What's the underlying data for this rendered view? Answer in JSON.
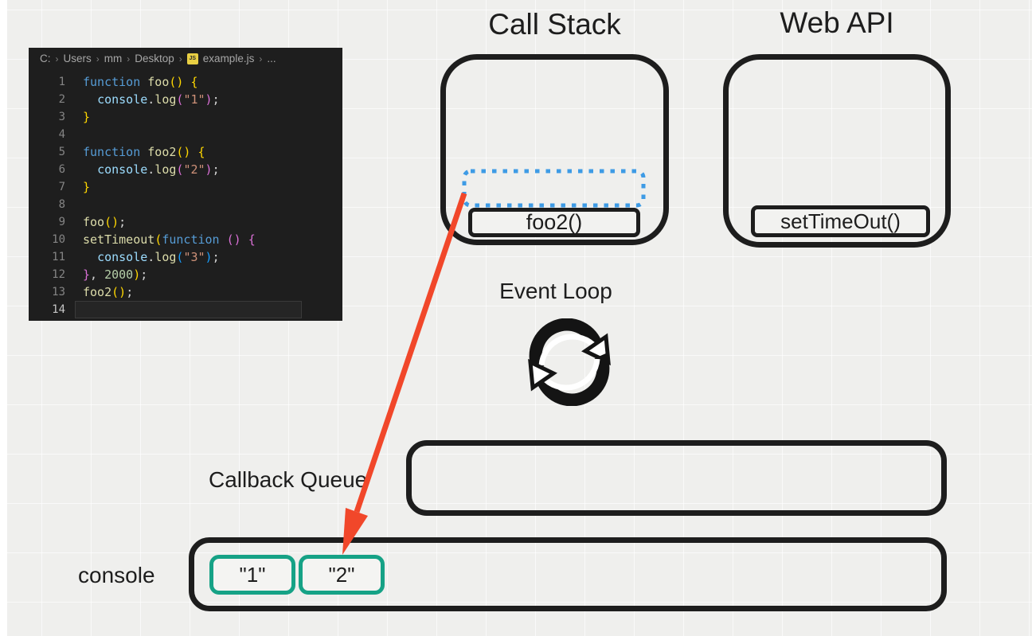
{
  "editor": {
    "breadcrumb": {
      "path": [
        "C:",
        "Users",
        "mm",
        "Desktop"
      ],
      "js_badge": "JS",
      "file": "example.js",
      "more": "..."
    },
    "token_colors": {
      "kw": "#569cd6",
      "fn": "#dcdcaa",
      "var": "#9cdcfe",
      "str": "#ce9178",
      "num": "#b5cea8",
      "pun": "#d4d4d4",
      "b0": "#ffd700",
      "b1": "#da70d6",
      "b2": "#179fff"
    },
    "lines": [
      {
        "n": "1",
        "a": false,
        "t": [
          [
            "kw",
            "function"
          ],
          [
            "pun",
            " "
          ],
          [
            "fn",
            "foo"
          ],
          [
            "b0",
            "()"
          ],
          [
            "pun",
            " "
          ],
          [
            "b0",
            "{"
          ]
        ]
      },
      {
        "n": "2",
        "a": false,
        "t": [
          [
            "pun",
            "  "
          ],
          [
            "var",
            "console"
          ],
          [
            "pun",
            "."
          ],
          [
            "fn",
            "log"
          ],
          [
            "b1",
            "("
          ],
          [
            "str",
            "\"1\""
          ],
          [
            "b1",
            ")"
          ],
          [
            "pun",
            ";"
          ]
        ]
      },
      {
        "n": "3",
        "a": false,
        "t": [
          [
            "b0",
            "}"
          ]
        ]
      },
      {
        "n": "4",
        "a": false,
        "t": []
      },
      {
        "n": "5",
        "a": false,
        "t": [
          [
            "kw",
            "function"
          ],
          [
            "pun",
            " "
          ],
          [
            "fn",
            "foo2"
          ],
          [
            "b0",
            "()"
          ],
          [
            "pun",
            " "
          ],
          [
            "b0",
            "{"
          ]
        ]
      },
      {
        "n": "6",
        "a": false,
        "t": [
          [
            "pun",
            "  "
          ],
          [
            "var",
            "console"
          ],
          [
            "pun",
            "."
          ],
          [
            "fn",
            "log"
          ],
          [
            "b1",
            "("
          ],
          [
            "str",
            "\"2\""
          ],
          [
            "b1",
            ")"
          ],
          [
            "pun",
            ";"
          ]
        ]
      },
      {
        "n": "7",
        "a": false,
        "t": [
          [
            "b0",
            "}"
          ]
        ]
      },
      {
        "n": "8",
        "a": false,
        "t": []
      },
      {
        "n": "9",
        "a": false,
        "t": [
          [
            "fn",
            "foo"
          ],
          [
            "b0",
            "()"
          ],
          [
            "pun",
            ";"
          ]
        ]
      },
      {
        "n": "10",
        "a": false,
        "t": [
          [
            "fn",
            "setTimeout"
          ],
          [
            "b0",
            "("
          ],
          [
            "kw",
            "function"
          ],
          [
            "pun",
            " "
          ],
          [
            "b1",
            "()"
          ],
          [
            "pun",
            " "
          ],
          [
            "b1",
            "{"
          ]
        ]
      },
      {
        "n": "11",
        "a": false,
        "t": [
          [
            "pun",
            "  "
          ],
          [
            "var",
            "console"
          ],
          [
            "pun",
            "."
          ],
          [
            "fn",
            "log"
          ],
          [
            "b2",
            "("
          ],
          [
            "str",
            "\"3\""
          ],
          [
            "b2",
            ")"
          ],
          [
            "pun",
            ";"
          ]
        ]
      },
      {
        "n": "12",
        "a": false,
        "t": [
          [
            "b1",
            "}"
          ],
          [
            "pun",
            ", "
          ],
          [
            "num",
            "2000"
          ],
          [
            "b0",
            ")"
          ],
          [
            "pun",
            ";"
          ]
        ]
      },
      {
        "n": "13",
        "a": false,
        "t": [
          [
            "fn",
            "foo2"
          ],
          [
            "b0",
            "()"
          ],
          [
            "pun",
            ";"
          ]
        ]
      },
      {
        "n": "14",
        "a": true,
        "t": []
      }
    ]
  },
  "diagram": {
    "call_stack": {
      "title": "Call Stack",
      "frame": "foo2()"
    },
    "web_api": {
      "title": "Web API",
      "item": "setTimeOut()"
    },
    "event_loop": {
      "label": "Event Loop",
      "icon": "sync-loop-icon"
    },
    "callback_queue": {
      "label": "Callback Queue"
    },
    "console": {
      "label": "console",
      "entries": [
        "\"1\"",
        "\"2\""
      ]
    }
  },
  "colors": {
    "ink": "#1d1d1d",
    "red_arrow": "#f1472a",
    "green_entry": "#16a286",
    "blue_dashed": "#3e9be5",
    "editor_bg": "#1e1e1e",
    "canvas_bg": "#efefed"
  }
}
